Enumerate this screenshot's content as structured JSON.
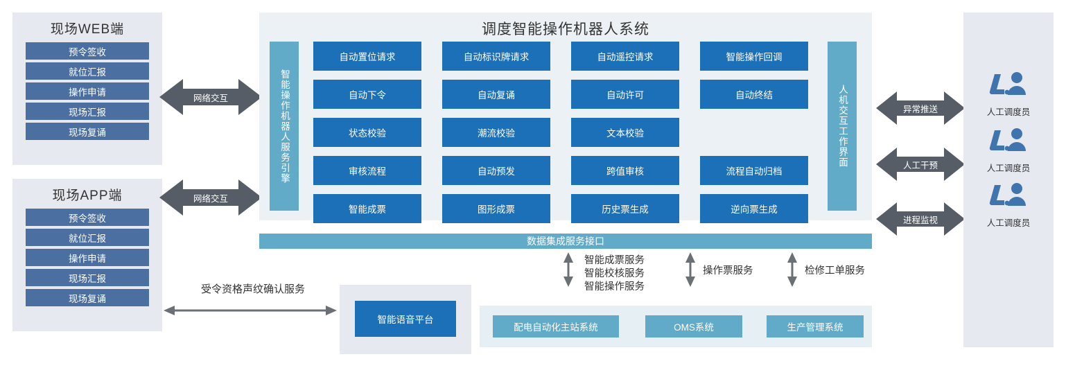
{
  "left_clients": [
    {
      "title": "现场WEB端",
      "buttons": [
        "预令签收",
        "就位汇报",
        "操作申请",
        "现场汇报",
        "现场复诵"
      ]
    },
    {
      "title": "现场APP端",
      "buttons": [
        "预令签收",
        "就位汇报",
        "操作申请",
        "现场汇报",
        "现场复诵"
      ]
    }
  ],
  "network_arrows": [
    {
      "label": "网络交互"
    },
    {
      "label": "网络交互"
    }
  ],
  "center": {
    "title": "调度智能操作机器人系统",
    "left_vbar": "智能操作机器人服务引擎",
    "right_vbar": "人机交互工作界面",
    "grid_rows": [
      [
        "自动置位请求",
        "自动标识牌请求",
        "自动遥控请求",
        "智能操作回调"
      ],
      [
        "自动下令",
        "自动复诵",
        "自动许可",
        "自动终结"
      ],
      [
        "状态校验",
        "潮流校验",
        "文本校验"
      ],
      [
        "审核流程",
        "自动预发",
        "跨值审核",
        "流程自动归档"
      ],
      [
        "智能成票",
        "图形成票",
        "历史票生成",
        "逆向票生成"
      ]
    ]
  },
  "integration_bar": {
    "label": "数据集成服务接口"
  },
  "voice": {
    "arrow_label": "受令资格声纹确认服务",
    "box_label": "智能语音平台"
  },
  "service_labels": [
    {
      "text": "智能成票服务\n智能校核服务\n智能操作服务"
    },
    {
      "text": "操作票服务"
    },
    {
      "text": "检修工单服务"
    }
  ],
  "bottom_systems": [
    "配电自动化主站系统",
    "OMS系统",
    "生产管理系统"
  ],
  "right_operators": {
    "arrows": [
      {
        "label": "异常推送"
      },
      {
        "label": "人工干预"
      },
      {
        "label": "进程监视"
      }
    ],
    "items": [
      {
        "label": "人工调度员",
        "icon": "operator-console-icon"
      },
      {
        "label": "人工调度员",
        "icon": "operator-console-icon"
      },
      {
        "label": "人工调度员",
        "icon": "operator-console-icon"
      }
    ]
  },
  "colors": {
    "dark_blue": "#1b70b8",
    "teal": "#62abc8",
    "left_button_blue": "#4a6fa0",
    "panel_grey": "#e6e9f0",
    "center_bg": "#ebf1f4",
    "arrow_grey": "#565d66",
    "operator_icon_blue": "#3f74ad"
  }
}
